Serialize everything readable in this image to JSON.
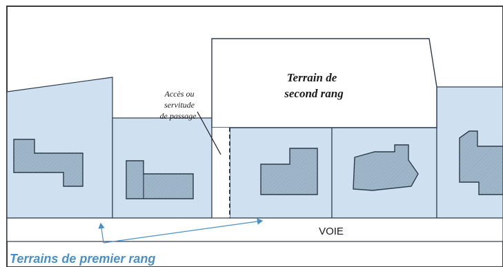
{
  "labels": {
    "access_line1": "Accès ou",
    "access_line2": "servitude",
    "access_line3": "de passage",
    "second_rank_line1": "Terrain de",
    "second_rank_line2": "second rang",
    "road": "VOIE",
    "first_rank": "Terrains de premier rang"
  },
  "colors": {
    "lot_fill": "#cfe0f1",
    "building_fill": "#9fb6c9",
    "outline": "#2b3a4a",
    "road_fill": "#ffffff",
    "first_rank_text": "#4a90c8",
    "arrow": "#4a90c8"
  }
}
